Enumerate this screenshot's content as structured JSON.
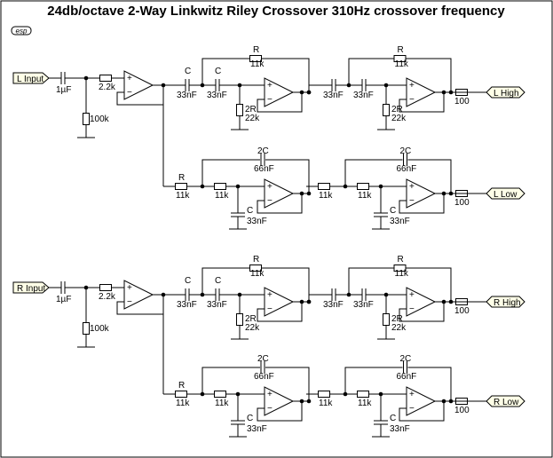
{
  "title": "24db/octave  2-Way Linkwitz Riley Crossover  310Hz crossover frequency",
  "logo": "esp",
  "channels": [
    {
      "input_label": "L Input",
      "input_cap": "1µF",
      "input_series_r": "2.2k",
      "input_shunt_r": "100k",
      "high": {
        "stage1": {
          "c1_name": "C",
          "c1_value": "33nF",
          "c2_name": "C",
          "c2_value": "33nF",
          "rf_name": "R",
          "rf_value": "11k",
          "rg_name": "2R",
          "rg_value": "22k"
        },
        "stage2": {
          "c1_name": "C",
          "c1_value": "33nF",
          "c2_value": "33nF",
          "rf_name": "R",
          "rf_value": "11k",
          "rg_name": "2R",
          "rg_value": "22k"
        },
        "out_r": "100",
        "out_label": "L High"
      },
      "low": {
        "stage1": {
          "r1_name": "R",
          "r1_value": "11k",
          "r2_value": "11k",
          "cf_name": "2C",
          "cf_value": "66nF",
          "cg_name": "C",
          "cg_value": "33nF"
        },
        "stage2": {
          "r1_value": "11k",
          "r2_value": "11k",
          "cf_name": "2C",
          "cf_value": "66nF",
          "cg_name": "C",
          "cg_value": "33nF"
        },
        "out_r": "100",
        "out_label": "L Low"
      }
    },
    {
      "input_label": "R Input",
      "input_cap": "1µF",
      "input_series_r": "2.2k",
      "input_shunt_r": "100k",
      "high": {
        "stage1": {
          "c1_name": "C",
          "c1_value": "33nF",
          "c2_name": "C",
          "c2_value": "33nF",
          "rf_name": "R",
          "rf_value": "11k",
          "rg_name": "2R",
          "rg_value": "22k"
        },
        "stage2": {
          "c1_name": "C",
          "c1_value": "33nF",
          "c2_value": "33nF",
          "rf_name": "R",
          "rf_value": "11k",
          "rg_name": "2R",
          "rg_value": "22k"
        },
        "out_r": "100",
        "out_label": "R High"
      },
      "low": {
        "stage1": {
          "r1_name": "R",
          "r1_value": "11k",
          "r2_value": "11k",
          "cf_name": "2C",
          "cf_value": "66nF",
          "cg_name": "C",
          "cg_value": "33nF"
        },
        "stage2": {
          "r1_value": "11k",
          "r2_value": "11k",
          "cf_name": "2C",
          "cf_value": "66nF",
          "cg_name": "C",
          "cg_value": "33nF"
        },
        "out_r": "100",
        "out_label": "R Low"
      }
    }
  ]
}
